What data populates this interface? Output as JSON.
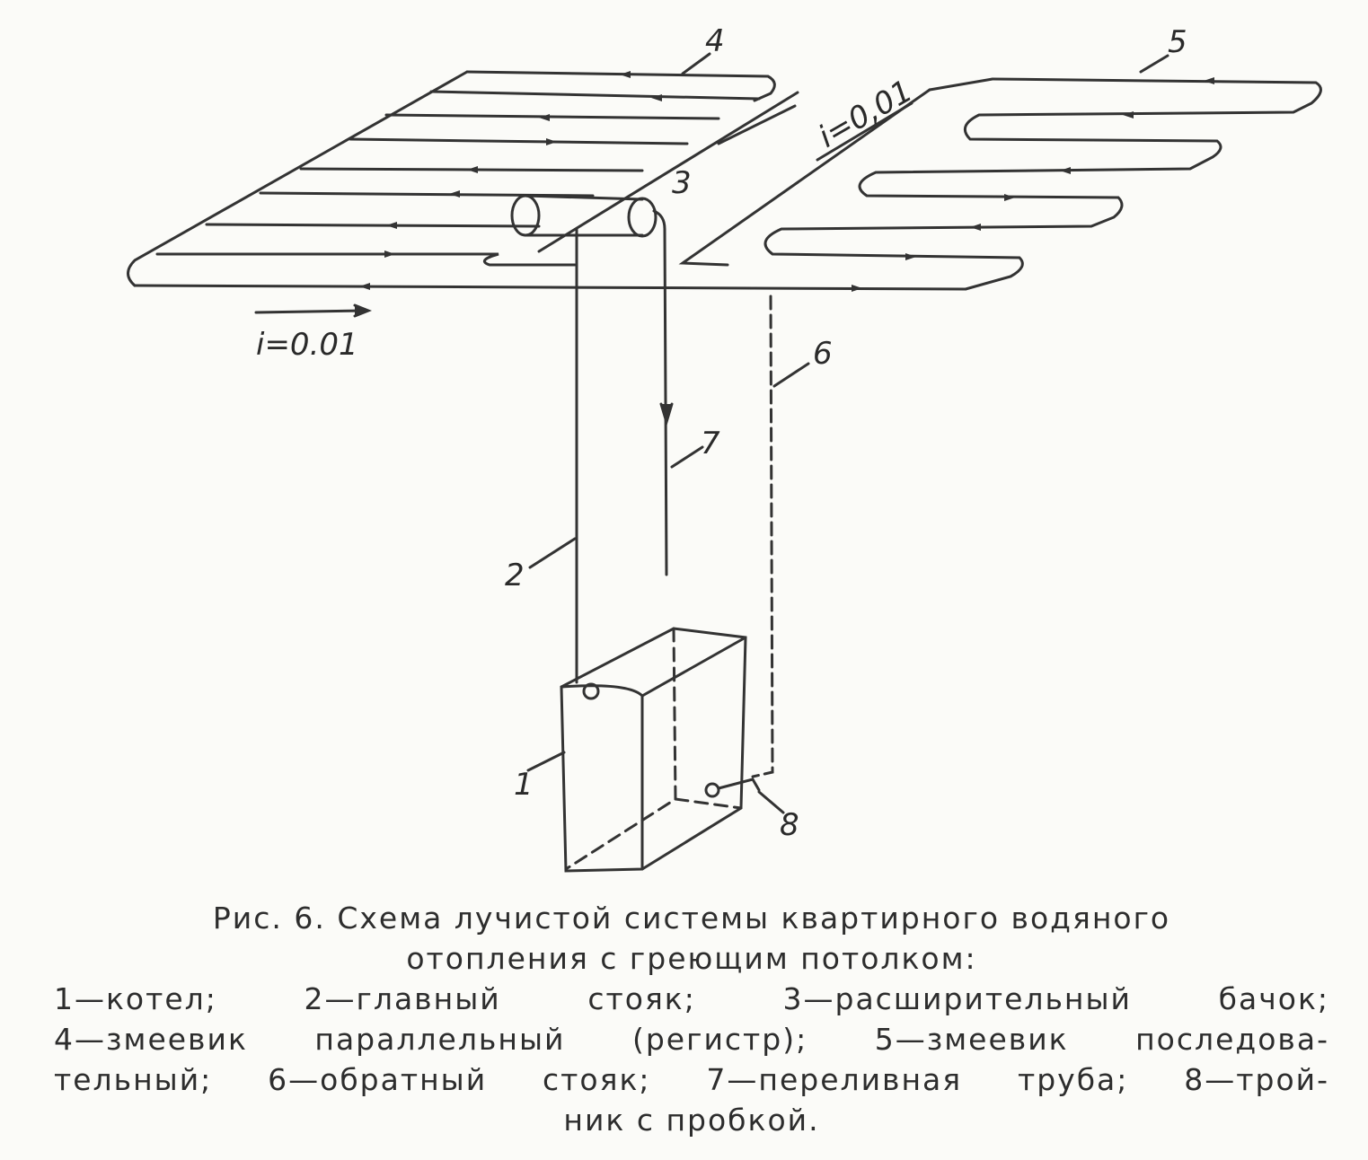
{
  "diagram": {
    "labels": {
      "boiler": "1",
      "main_riser": "2",
      "expansion_tank": "3",
      "parallel_coil": "4",
      "serial_coil": "5",
      "return_riser": "6",
      "overflow_pipe": "7",
      "tee_plug": "8"
    },
    "slope_top": "i=0,01",
    "slope_bottom": "i=0.01"
  },
  "caption": {
    "title_line1": "Рис. 6. Схема лучистой системы квартирного водяного",
    "title_line2": "отопления с греющим потолком:",
    "legend_line1": "1—котел; 2—главный стояк; 3—расширительный бачок;",
    "legend_line2": "4—змеевик параллельный (регистр); 5—змеевик последова-",
    "legend_line3": "тельный; 6—обратный стояк; 7—переливная труба; 8—трой-",
    "legend_line4": "ник с пробкой."
  }
}
